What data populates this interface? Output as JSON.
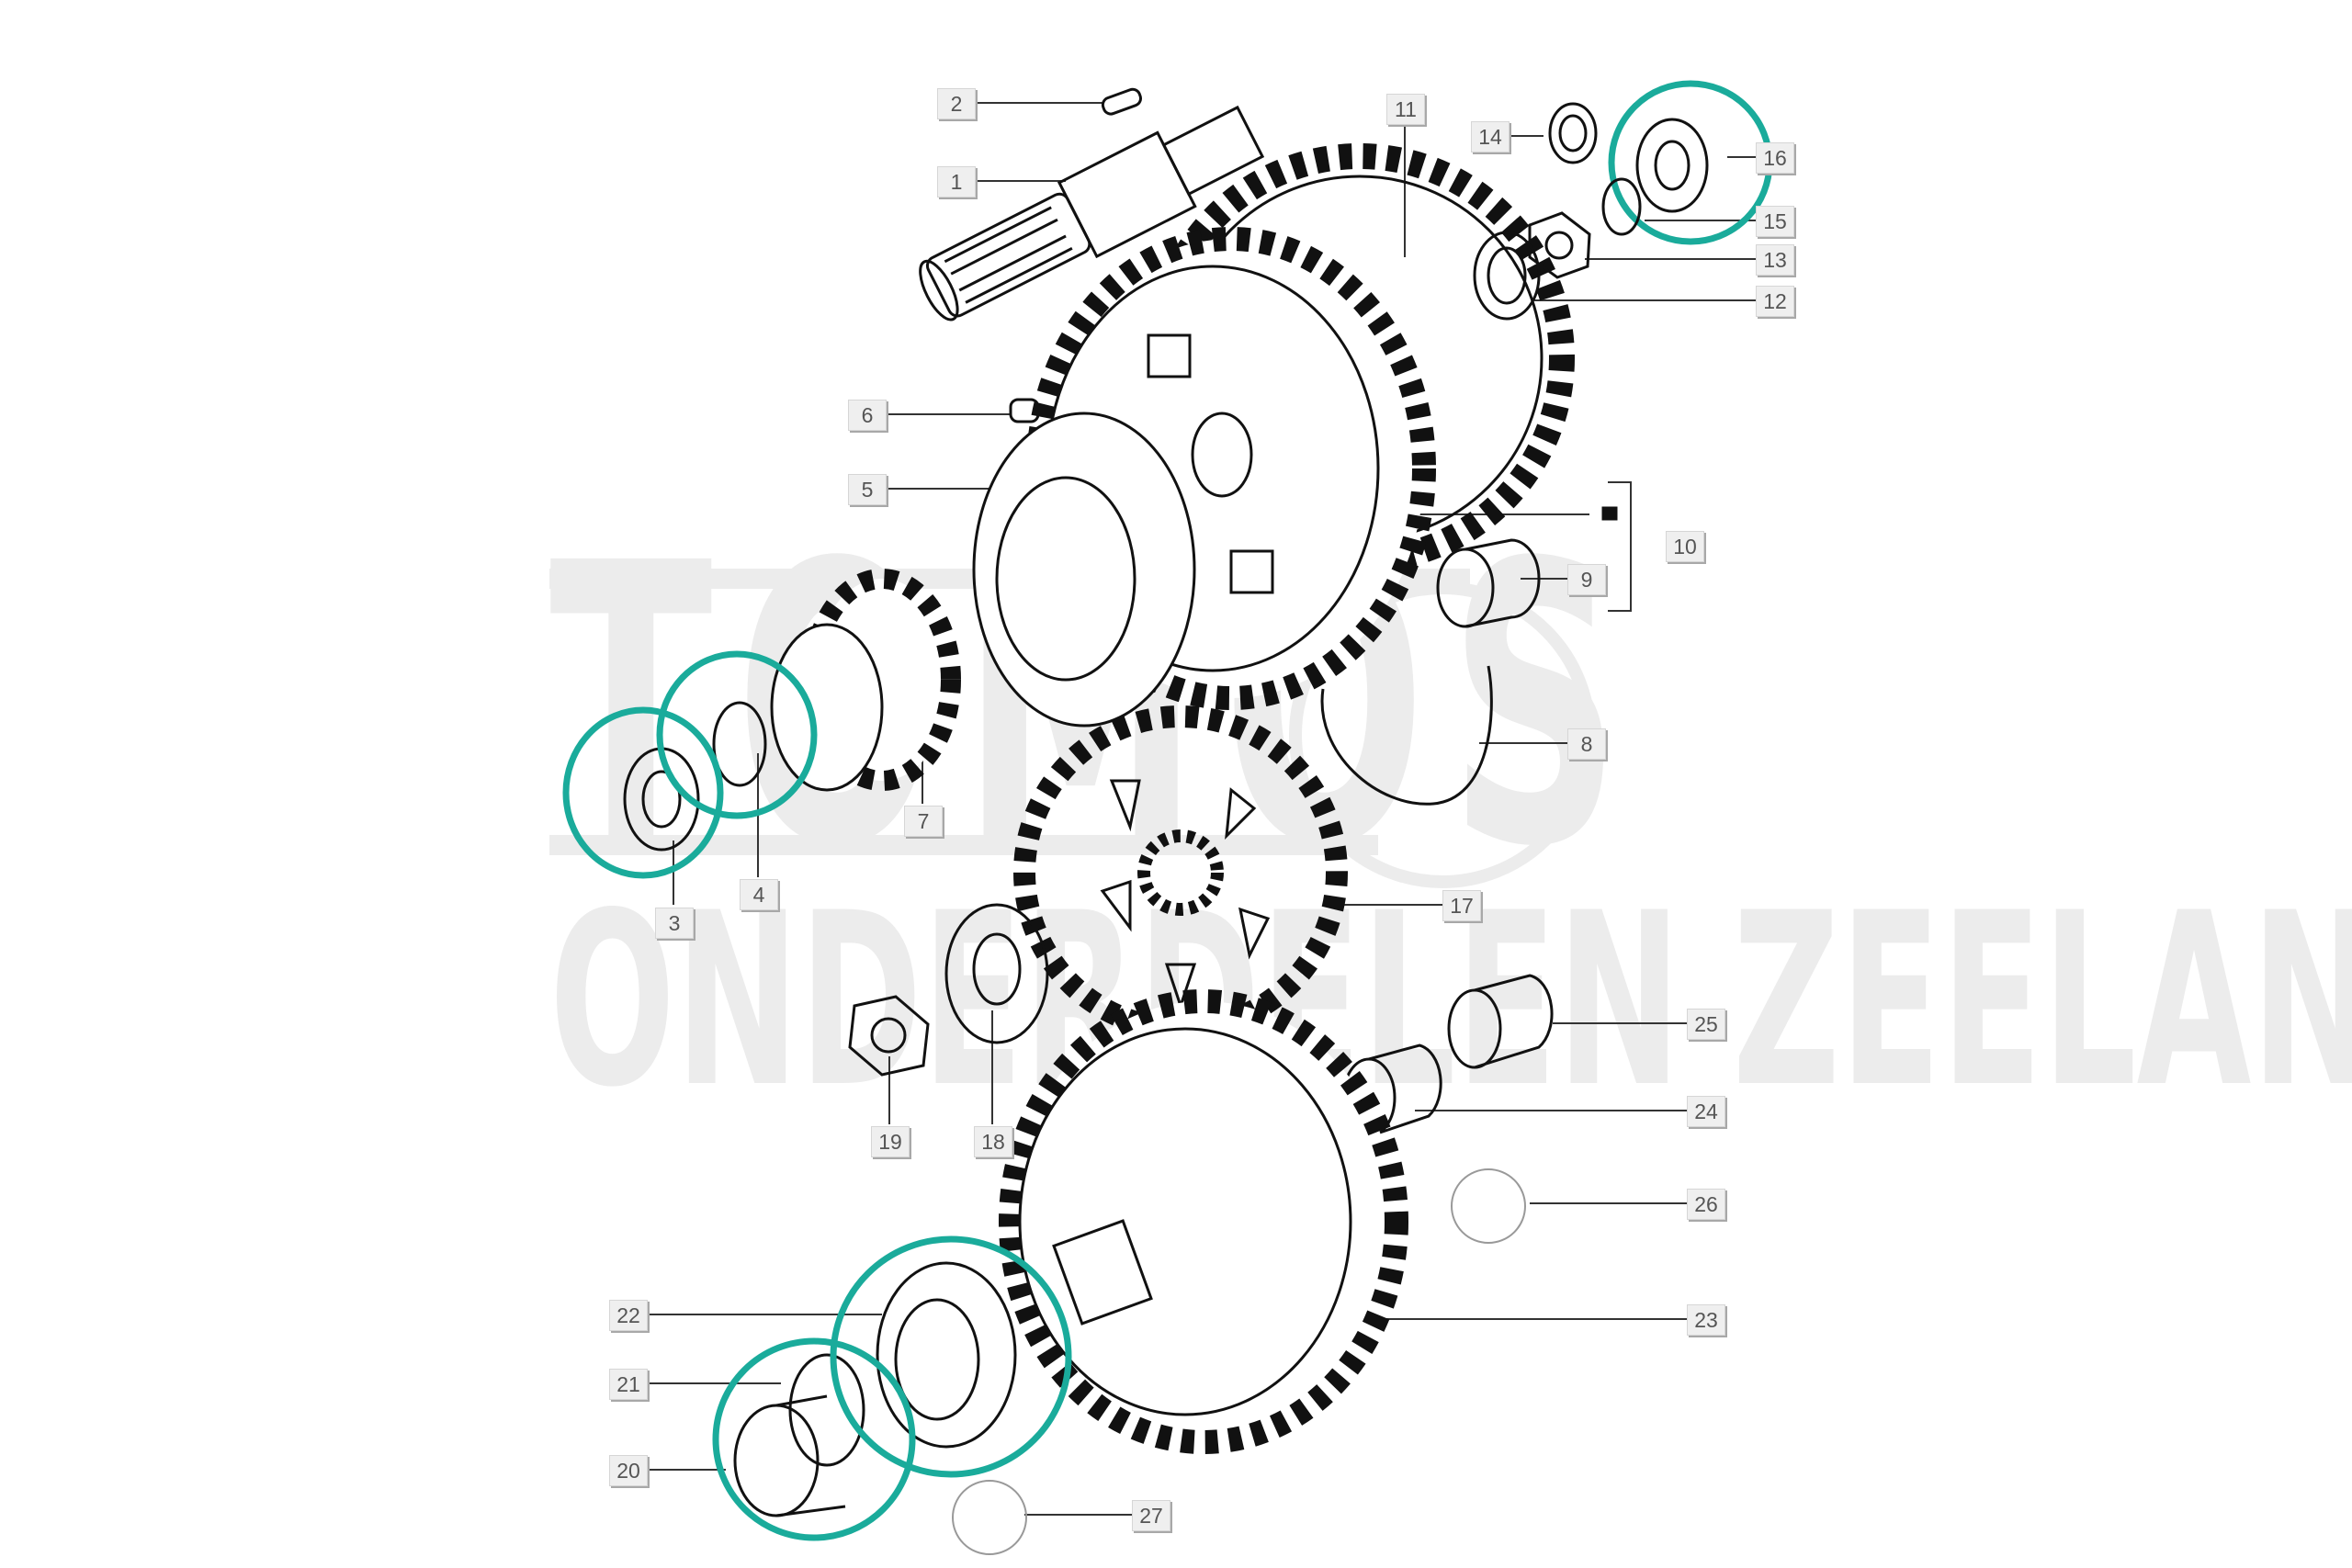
{
  "watermark": {
    "line1": "TOMOS",
    "line2": "ONDERDELEN ZEELAND"
  },
  "highlight_color": "#1aab9b",
  "labels": [
    "1",
    "2",
    "3",
    "4",
    "5",
    "6",
    "7",
    "8",
    "9",
    "10",
    "11",
    "12",
    "13",
    "14",
    "15",
    "16",
    "17",
    "18",
    "19",
    "20",
    "21",
    "22",
    "23",
    "24",
    "25",
    "26",
    "27"
  ],
  "highlighted_parts": [
    "3",
    "4",
    "16",
    "20",
    "21",
    "22"
  ]
}
